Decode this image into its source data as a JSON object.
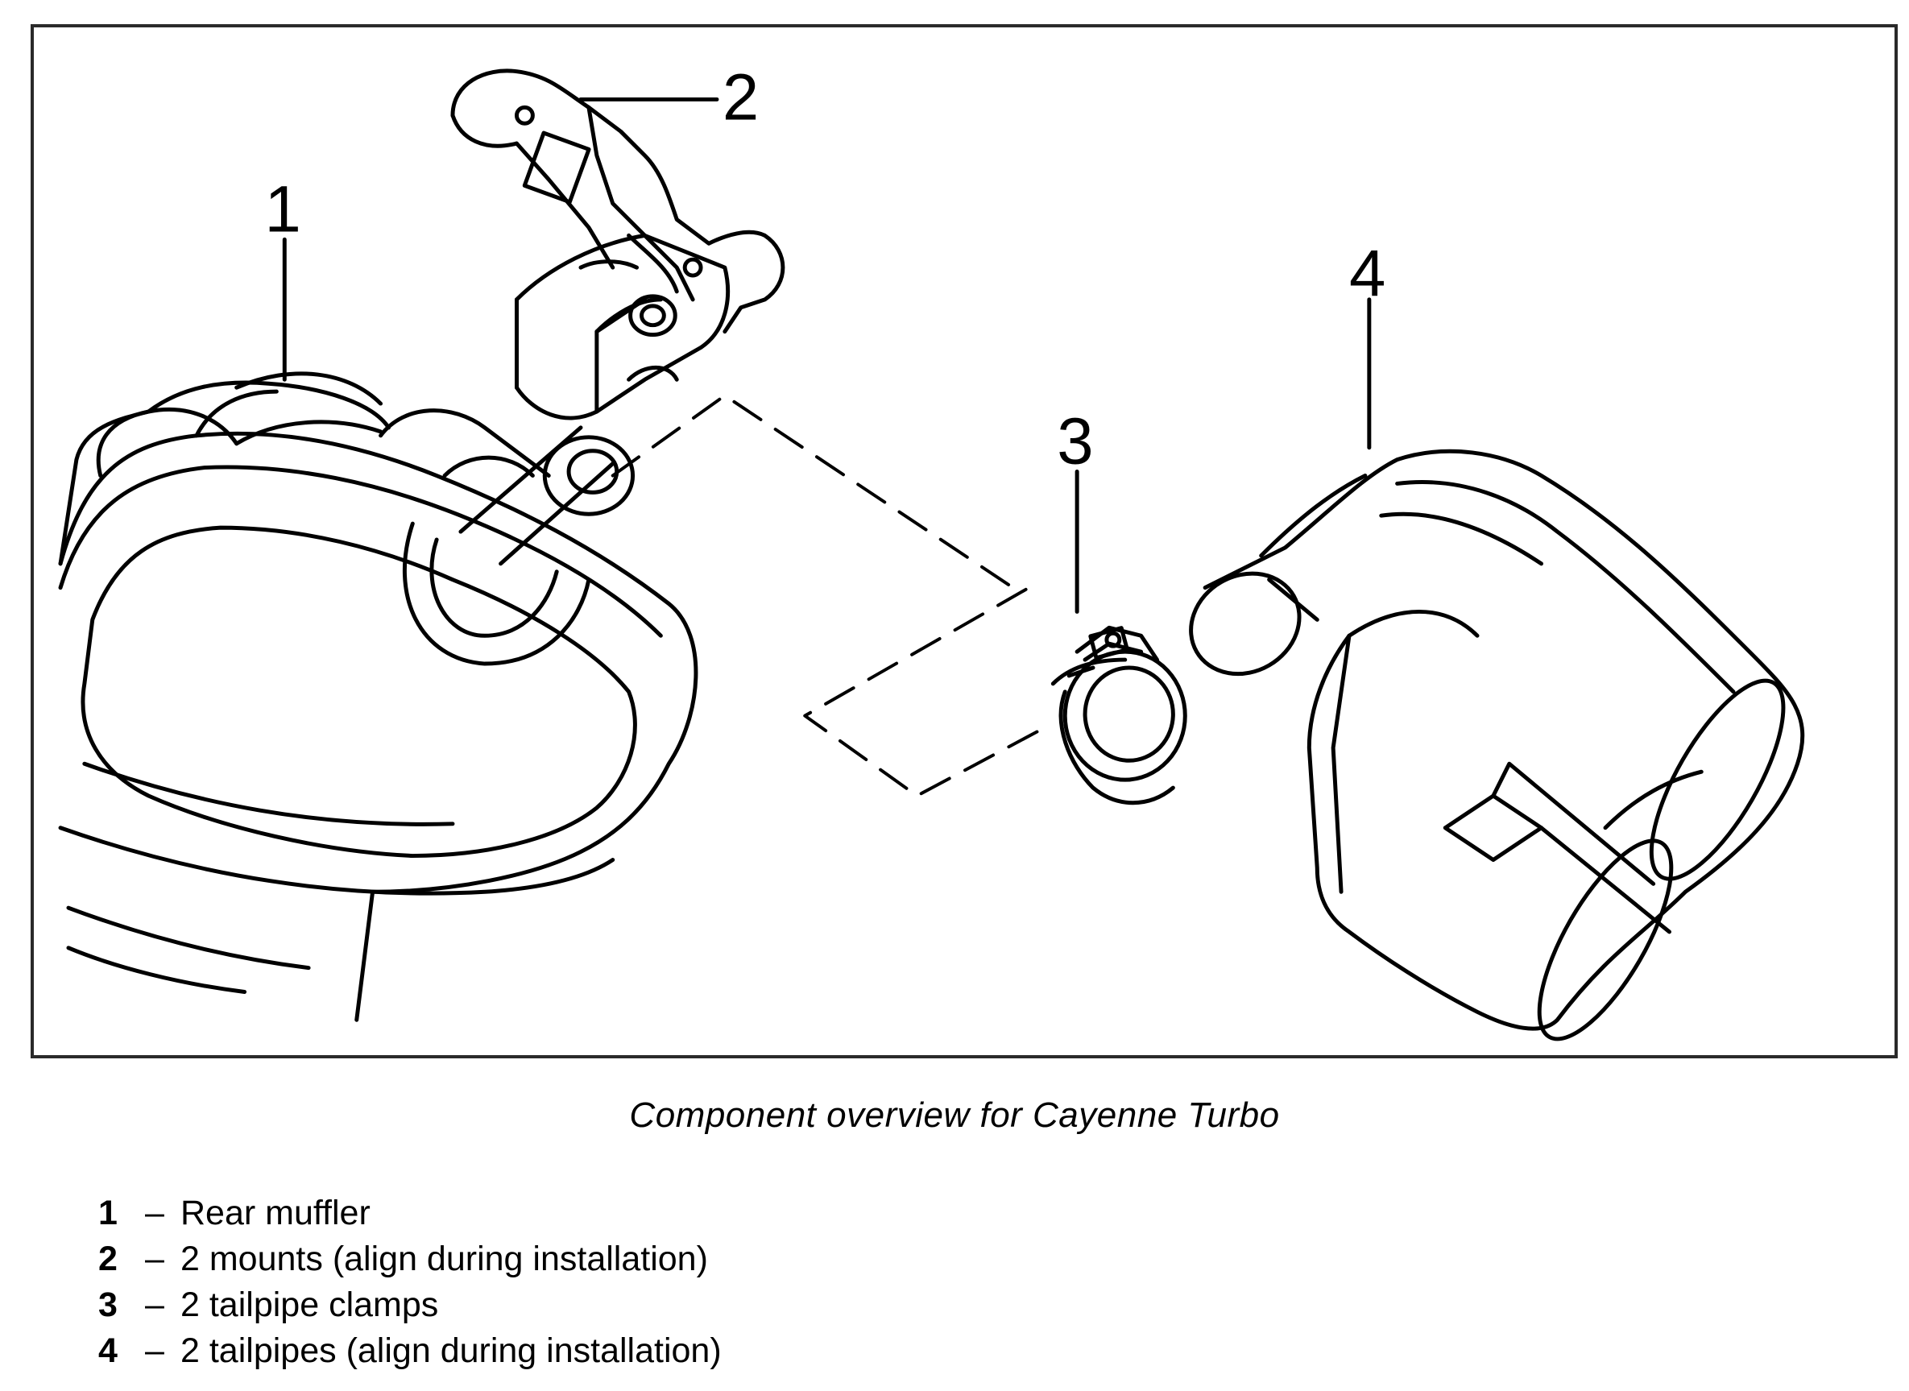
{
  "figure": {
    "callouts": [
      {
        "id": "1",
        "label": "1"
      },
      {
        "id": "2",
        "label": "2"
      },
      {
        "id": "3",
        "label": "3"
      },
      {
        "id": "4",
        "label": "4"
      }
    ],
    "caption": "Component overview for Cayenne Turbo"
  },
  "legend": {
    "items": [
      {
        "number": "1",
        "separator": "–",
        "text": "Rear muffler"
      },
      {
        "number": "2",
        "separator": "–",
        "text": "2 mounts (align during installation)"
      },
      {
        "number": "3",
        "separator": "–",
        "text": "2 tailpipe clamps"
      },
      {
        "number": "4",
        "separator": "–",
        "text": "2 tailpipes (align during installation)"
      }
    ]
  },
  "colors": {
    "line": "#000000",
    "frame": "#2a2a2a",
    "background": "#ffffff"
  }
}
